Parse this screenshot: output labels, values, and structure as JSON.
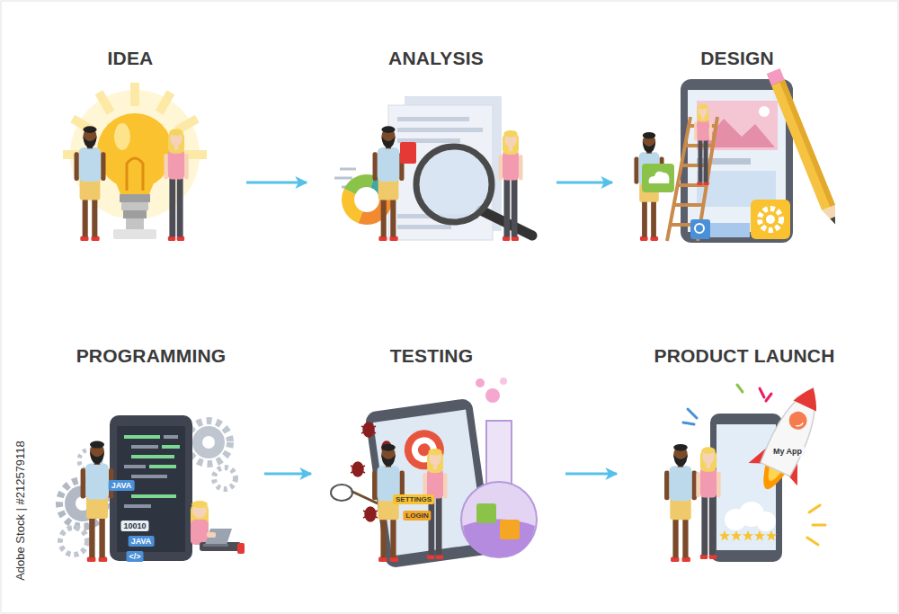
{
  "diagram": {
    "nodes": [
      {
        "text": [
          "IDEA"
        ]
      },
      {
        "text": [
          "ANALYSIS"
        ]
      },
      {
        "text": [
          "DESIGN"
        ]
      },
      {
        "text": [
          "PROGRAMMING"
        ]
      },
      {
        "text": [
          "TESTING"
        ]
      },
      {
        "text": [
          "PRODUCT LAUNCH"
        ]
      }
    ],
    "edges": [
      {
        "from": 0,
        "to": 1,
        "arrow": "to"
      },
      {
        "from": 1,
        "to": 2,
        "arrow": "to"
      },
      {
        "from": 3,
        "to": 4,
        "arrow": "to"
      },
      {
        "from": 4,
        "to": 5,
        "arrow": "to"
      }
    ],
    "labels": [
      "JAVA",
      "10010",
      "JAVA",
      "</>",
      "SETTINGS",
      "LOGIN",
      "My App",
      "Adobe Stock | #212579118"
    ]
  }
}
